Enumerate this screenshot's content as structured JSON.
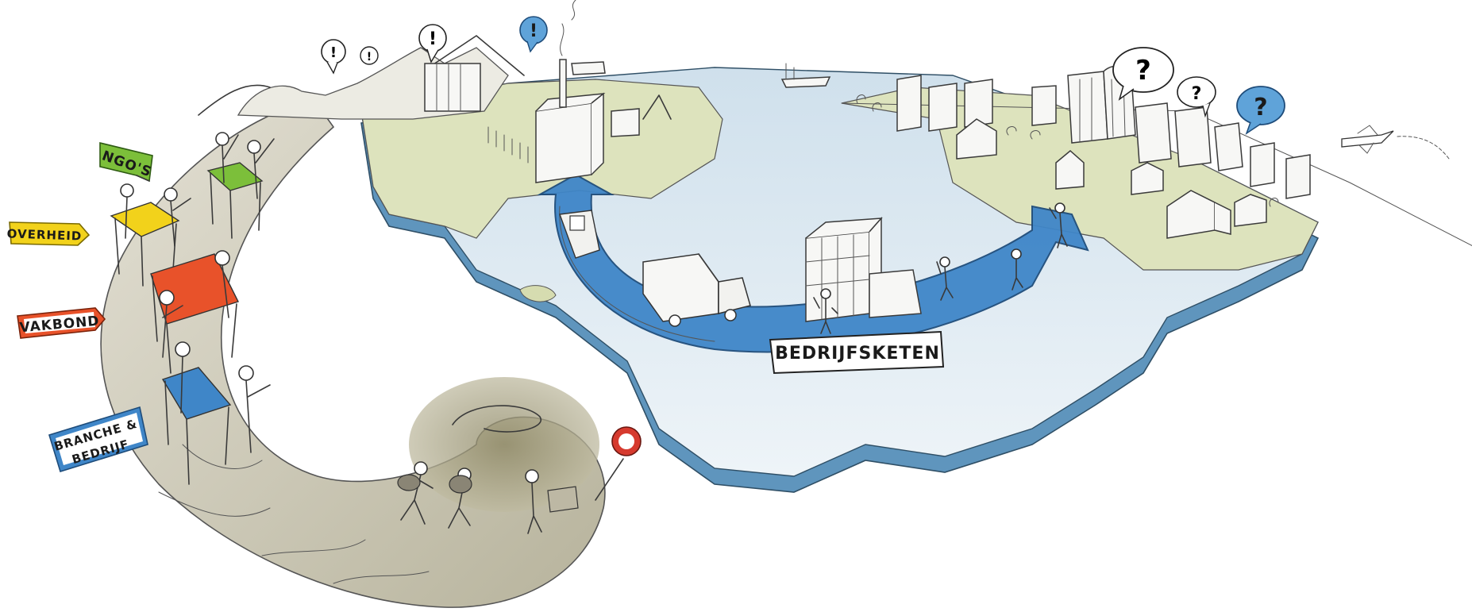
{
  "labels": {
    "ngos": "NGO'S",
    "overheid": "OVERHEID",
    "vakbond": "VAKBOND",
    "branche_line1": "BRANCHE &",
    "branche_line2": "BEDRIJF",
    "bedrijfsketen": "BEDRIJFSKETEN"
  },
  "bubbles": {
    "alert": "!",
    "question": "?"
  },
  "colors": {
    "ngos": "#7cbf3a",
    "overheid": "#f2d21b",
    "vakbond": "#e8522a",
    "branche": "#3f86c8",
    "chain_arrow": "#3f86c8",
    "water": "#dde9f2",
    "water_edge": "#6aa0c6",
    "land": "#dfe5c0",
    "road": "#d5d2c4",
    "stop_sign": "#d63a2e",
    "bubble_blue": "#5fa3d9"
  },
  "icons": [
    "ngos-flag-icon",
    "overheid-flag-icon",
    "vakbond-flag-icon",
    "branche-flag-icon",
    "stop-sign-icon",
    "alert-bubble-icon",
    "question-bubble-icon",
    "truck-icon",
    "ship-icon",
    "house-icon",
    "factory-icon",
    "airplane-icon"
  ]
}
